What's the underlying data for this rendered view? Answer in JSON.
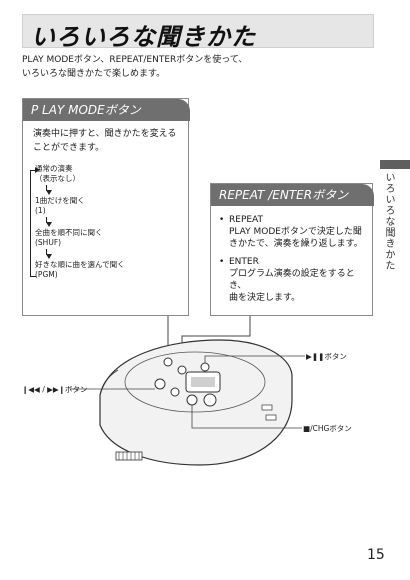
{
  "title": "いろいろな聞きかた",
  "intro": {
    "line1": "PLAY MODEボタン、REPEAT/ENTERボタンを使って、",
    "line2": "いろいろな聞きかたで楽しめます。"
  },
  "play_mode": {
    "heading": "P LAY MODEボタン",
    "desc_line1": "演奏中に押すと、聞きかたを変える",
    "desc_line2": "ことができます。",
    "flow": [
      {
        "label": "通常の演奏",
        "sub": "（表示なし）"
      },
      {
        "label": "1曲だけを聞く",
        "sub": "(1)"
      },
      {
        "label": "全曲を順不同に聞く",
        "sub": "(SHUF)"
      },
      {
        "label": "好きな順に曲を選んで聞く",
        "sub": "(PGM)"
      }
    ]
  },
  "repeat_enter": {
    "heading": "REPEAT /ENTERボタン",
    "items": [
      {
        "bullet": "•",
        "title": "REPEAT",
        "line1": "PLAY MODEボタンで決定した聞",
        "line2": "きかたで、演奏を繰り返します。"
      },
      {
        "bullet": "•",
        "title": "ENTER",
        "line1": "プログラム演奏の設定をするとき、",
        "line2": "曲を決定します。"
      }
    ]
  },
  "side_tab_text": "いろいろな聞きかた",
  "callouts": {
    "play_pause": "▶❚❚ボタン",
    "skip": "❙◀◀ / ▶▶❙ボタン",
    "stop_chg": "■/CHGボタン"
  },
  "page_number": "15"
}
